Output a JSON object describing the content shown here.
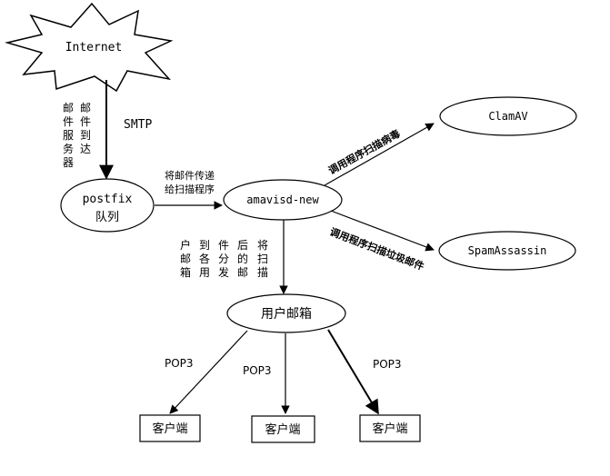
{
  "nodes": {
    "internet": "Internet",
    "postfix_line1": "postfix",
    "postfix_line2": "队列",
    "amavis": "amavisd-new",
    "clamav": "ClamAV",
    "spamassassin": "SpamAssassin",
    "mailbox": "用户邮箱",
    "client1": "客户端",
    "client2": "客户端",
    "client3": "客户端"
  },
  "labels": {
    "smtp": "SMTP",
    "mail_server_col1": [
      "邮",
      "件",
      "服",
      "务",
      "器"
    ],
    "mail_server_col2": [
      "邮",
      "件",
      "到",
      "达"
    ],
    "deliver_scan_line1": "将邮件传递",
    "deliver_scan_line2": "给扫描程序",
    "call_virus_scan": "调用程序扫描病毒",
    "call_spam_scan": "调用程序扫描垃圾邮件",
    "scan_after_col1": [
      "将",
      "扫",
      "描"
    ],
    "scan_after_col2": [
      "后",
      "的",
      "邮"
    ],
    "scan_after_col3": [
      "件",
      "分",
      "发"
    ],
    "scan_after_col4": [
      "到",
      "各",
      "用"
    ],
    "scan_after_col5": [
      "户",
      "邮",
      "箱"
    ],
    "pop3_1": "POP3",
    "pop3_2": "POP3",
    "pop3_3": "POP3"
  }
}
